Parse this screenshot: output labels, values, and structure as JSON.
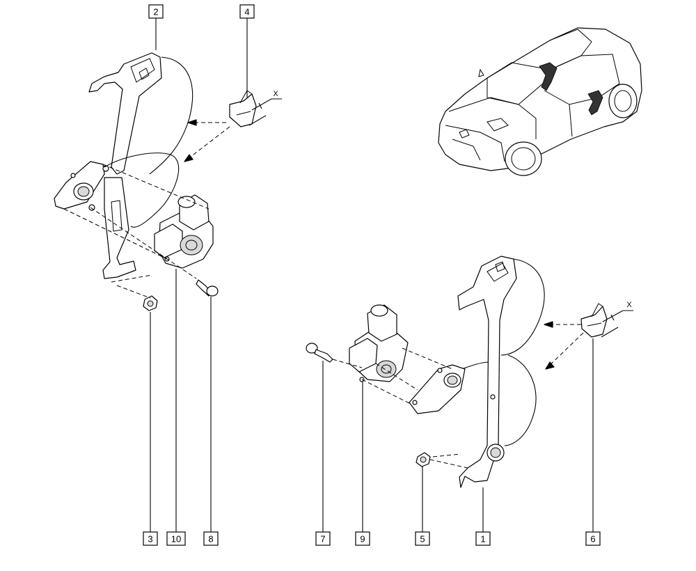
{
  "callouts": [
    {
      "id": "c1",
      "label": "1"
    },
    {
      "id": "c2",
      "label": "2"
    },
    {
      "id": "c3",
      "label": "3"
    },
    {
      "id": "c4",
      "label": "4"
    },
    {
      "id": "c5",
      "label": "5"
    },
    {
      "id": "c6",
      "label": "6"
    },
    {
      "id": "c7",
      "label": "7"
    },
    {
      "id": "c8",
      "label": "8"
    },
    {
      "id": "c9",
      "label": "9"
    },
    {
      "id": "c10",
      "label": "10"
    }
  ],
  "dimension_labels": {
    "left_clip_x": "X",
    "right_clip_x": "X"
  }
}
